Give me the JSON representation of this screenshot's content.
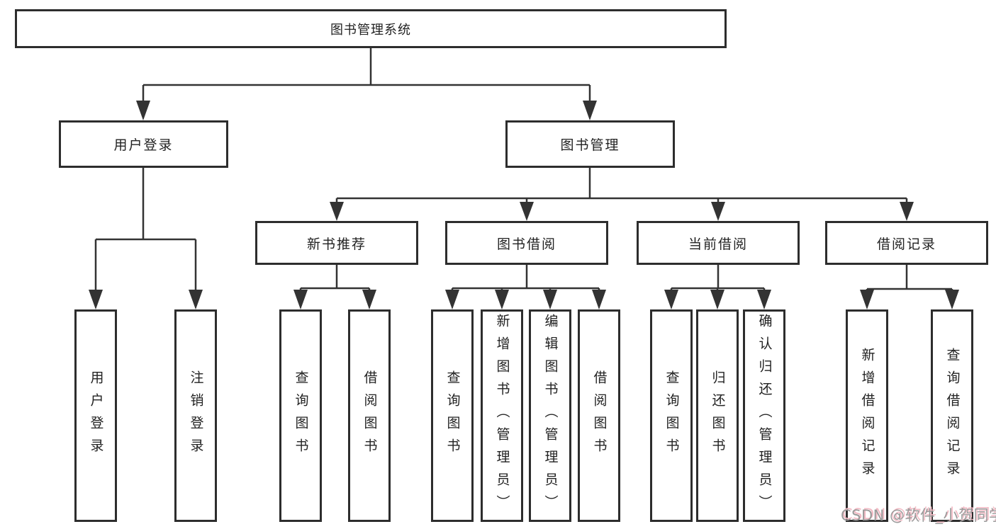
{
  "tree": {
    "label": "图书管理系统",
    "children": [
      {
        "label": "用户登录",
        "children": [
          {
            "label": "用户登录"
          },
          {
            "label": "注销登录"
          }
        ]
      },
      {
        "label": "图书管理",
        "children": [
          {
            "label": "新书推荐",
            "children": [
              {
                "label": "查询图书"
              },
              {
                "label": "借阅图书"
              }
            ]
          },
          {
            "label": "图书借阅",
            "children": [
              {
                "label": "查询图书"
              },
              {
                "label": "新增图书（管理员）"
              },
              {
                "label": "编辑图书（管理员）"
              },
              {
                "label": "借阅图书"
              }
            ]
          },
          {
            "label": "当前借阅",
            "children": [
              {
                "label": "查询图书"
              },
              {
                "label": "归还图书"
              },
              {
                "label": "确认归还（管理员）"
              }
            ]
          },
          {
            "label": "借阅记录",
            "children": [
              {
                "label": "新增借阅记录"
              },
              {
                "label": "查询借阅记录"
              }
            ]
          }
        ]
      }
    ]
  },
  "watermark": {
    "text": "CSDN @软件_小贺同学"
  },
  "colors": {
    "line": "#333333",
    "box_border": "#2d2d2d",
    "text": "#222222",
    "background": "#ffffff",
    "watermark_text": "#9a9a9a",
    "watermark_tint": "#f3bac4"
  }
}
